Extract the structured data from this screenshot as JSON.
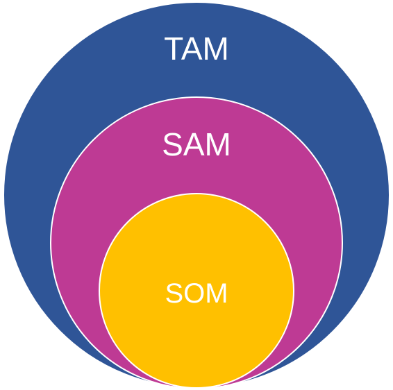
{
  "diagram": {
    "rings": [
      {
        "id": "tam",
        "label": "TAM",
        "color": "#2F5597"
      },
      {
        "id": "sam",
        "label": "SAM",
        "color": "#BE3A94"
      },
      {
        "id": "som",
        "label": "SOM",
        "color": "#FFC000"
      }
    ],
    "outline_color": "#ffffff",
    "label_color": "#ffffff"
  }
}
